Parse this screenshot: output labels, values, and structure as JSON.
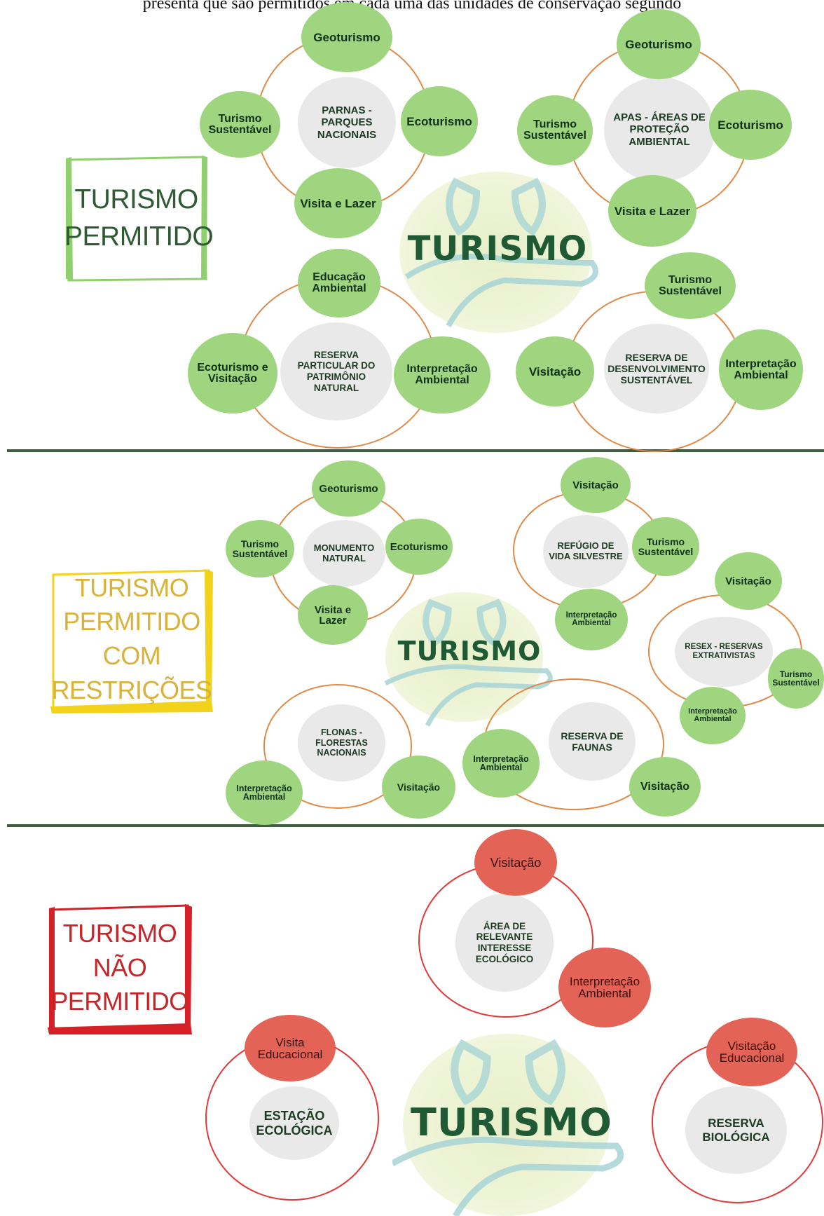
{
  "caption": "presenta que são permitidos em cada uma das unidades de conservação segundo",
  "hub_word": "TURISMO",
  "sections": [
    {
      "label_lines": [
        "TURISMO",
        "PERMITIDO"
      ],
      "color": "#2f5a34",
      "accent": "#8fcf6e"
    },
    {
      "label_lines": [
        "TURISMO",
        "PERMITIDO COM",
        "RESTRIÇÕES"
      ],
      "color": "#d8b23a",
      "accent": "#f2d21b"
    },
    {
      "label_lines": [
        "TURISMO",
        "NÃO",
        "PERMITIDO"
      ],
      "color": "#c4262a",
      "accent": "#d42026"
    }
  ],
  "clusters": [
    {
      "center": "PARNAS - PARQUES NACIONAIS",
      "nodes": [
        "Geoturismo",
        "Turismo Sustentável",
        "Ecoturismo",
        "Visita e Lazer"
      ]
    },
    {
      "center": "APAS - ÁREAS DE PROTEÇÃO AMBIENTAL",
      "nodes": [
        "Geoturismo",
        "Turismo Sustentável",
        "Ecoturismo",
        "Visita e Lazer"
      ]
    },
    {
      "center": "RESERVA PARTICULAR DO PATRIMÔNIO NATURAL",
      "nodes": [
        "Educação Ambiental",
        "Ecoturismo e Visitação",
        "Interpretação Ambiental"
      ]
    },
    {
      "center": "RESERVA DE DESENVOLVIMENTO SUSTENTÁVEL",
      "nodes": [
        "Turismo Sustentável",
        "Visitação",
        "Interpretação Ambiental"
      ]
    },
    {
      "center": "MONUMENTO NATURAL",
      "nodes": [
        "Geoturismo",
        "Turismo Sustentável",
        "Ecoturismo",
        "Visita e Lazer"
      ]
    },
    {
      "center": "REFÚGIO DE VIDA SILVESTRE",
      "nodes": [
        "Visitação",
        "Turismo Sustentável",
        "Interpretação Ambiental"
      ]
    },
    {
      "center": "RESEX - RESERVAS EXTRATIVISTAS",
      "nodes": [
        "Visitação",
        "Turismo Sustentável",
        "Interpretação Ambiental"
      ]
    },
    {
      "center": "FLONAS - FLORESTAS NACIONAIS",
      "nodes": [
        "Interpretação Ambiental",
        "Visitação"
      ]
    },
    {
      "center": "RESERVA DE FAUNAS",
      "nodes": [
        "Interpretação Ambiental",
        "Visitação"
      ]
    },
    {
      "center": "ÁREA DE RELEVANTE INTERESSE ECOLÓGICO",
      "nodes": [
        "Visitação",
        "Interpretação Ambiental"
      ]
    },
    {
      "center": "ESTAÇÃO ECOLÓGICA",
      "nodes": [
        "Visita Educacional"
      ]
    },
    {
      "center": "RESERVA BIOLÓGICA",
      "nodes": [
        "Visitação Educacional"
      ]
    }
  ]
}
